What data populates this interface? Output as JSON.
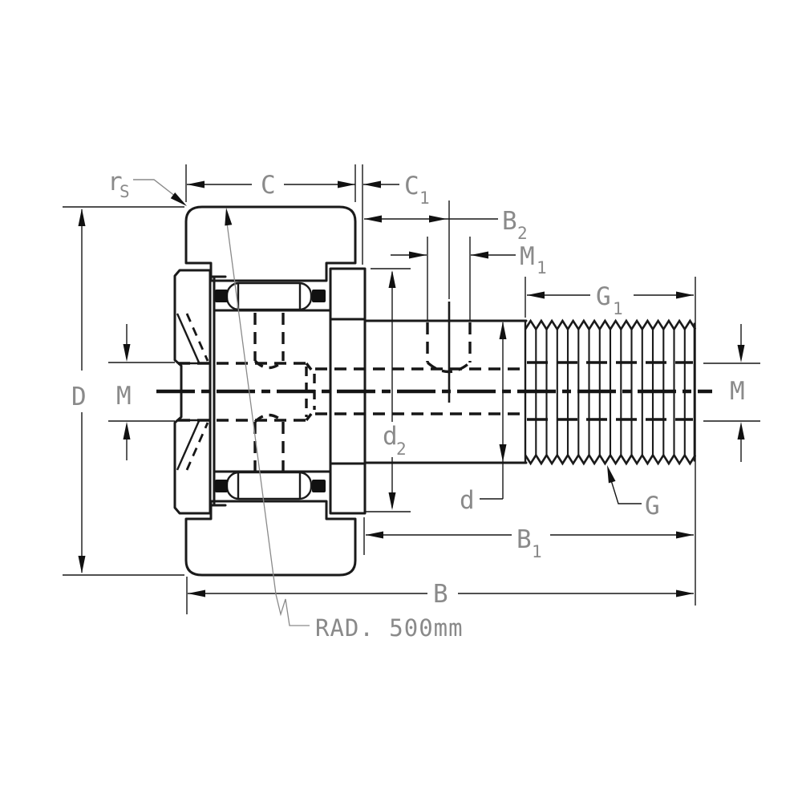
{
  "drawing": {
    "subject": "stud-type cam follower bearing cross-section",
    "colors": {
      "line": "#1a1a1a",
      "label": "#8a8a8a",
      "background": "#ffffff"
    }
  },
  "labels": {
    "rs": {
      "text": "r",
      "sub": "S"
    },
    "c": {
      "text": "C"
    },
    "c1": {
      "text": "C",
      "sub": "1"
    },
    "b2": {
      "text": "B",
      "sub": "2"
    },
    "m1": {
      "text": "M",
      "sub": "1"
    },
    "g1": {
      "text": "G",
      "sub": "1"
    },
    "d_outer": {
      "text": "D"
    },
    "m_left": {
      "text": "M"
    },
    "m_right": {
      "text": "M"
    },
    "d2": {
      "text": "d",
      "sub": "2"
    },
    "d_stud": {
      "text": "d"
    },
    "g": {
      "text": "G"
    },
    "b1": {
      "text": "B",
      "sub": "1"
    },
    "b": {
      "text": "B"
    },
    "rad_note": {
      "text": "RAD. 500mm"
    }
  }
}
